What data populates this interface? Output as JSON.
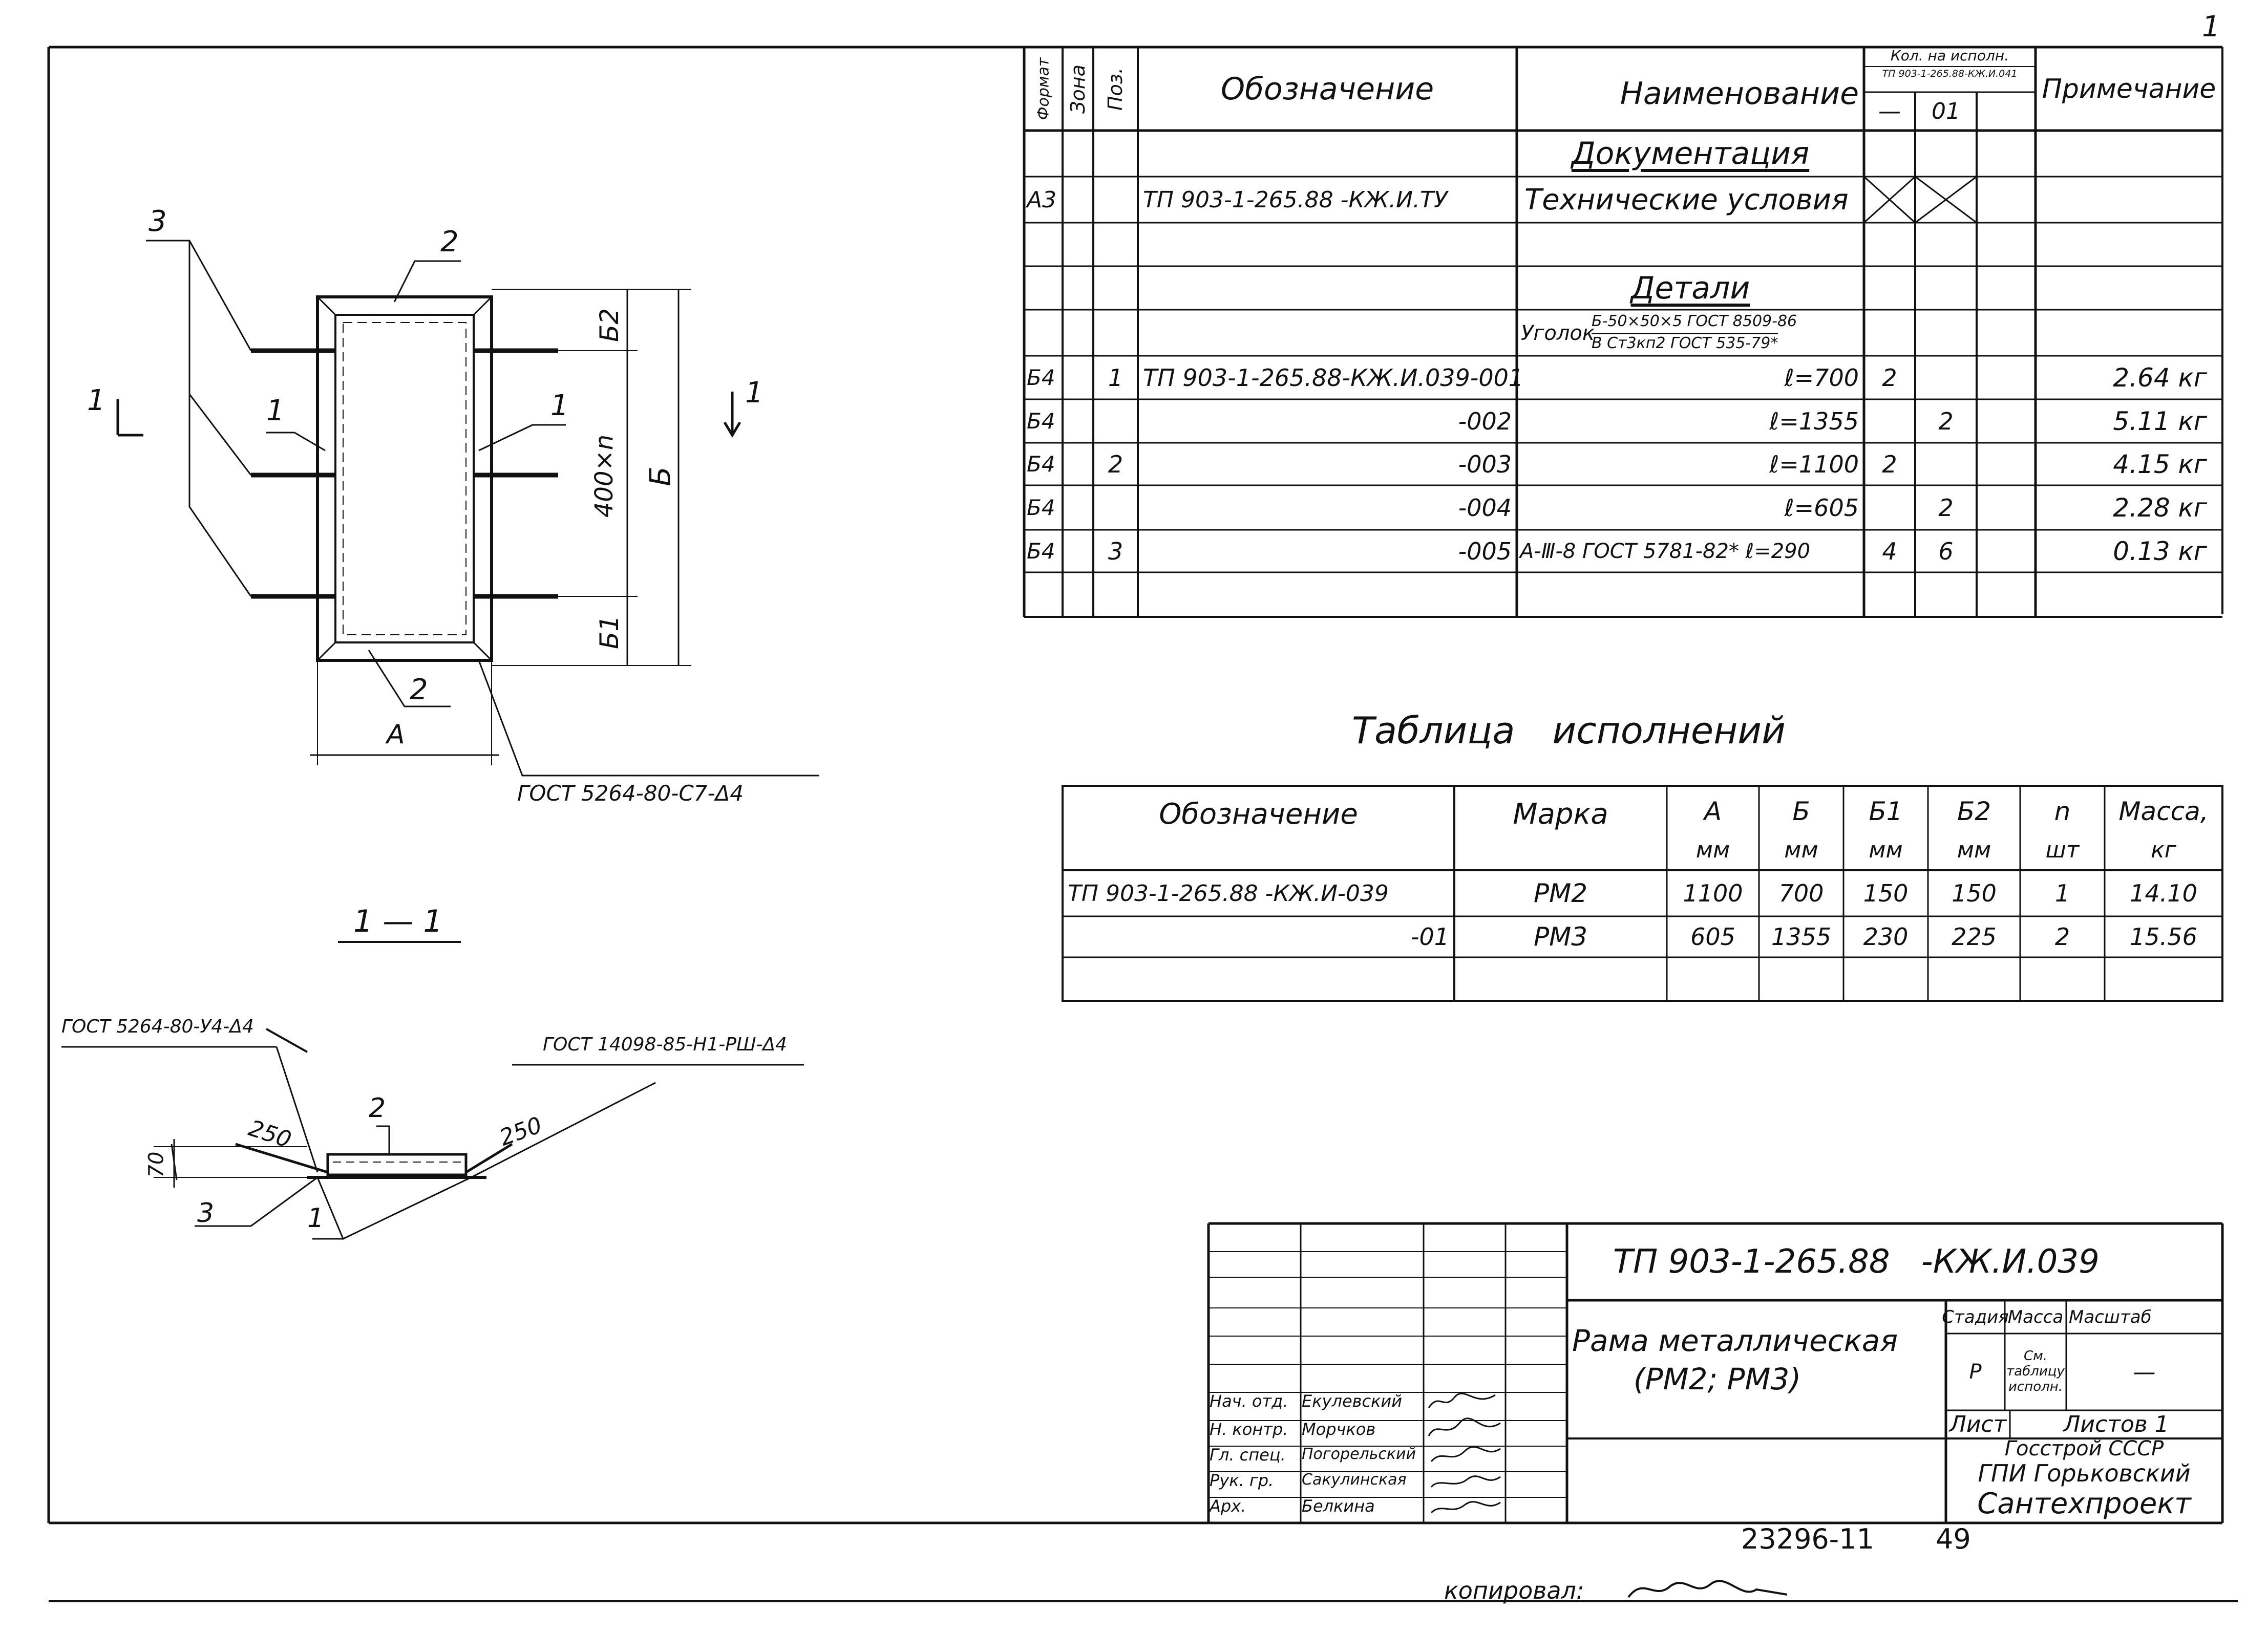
{
  "page": {
    "corner_mark": "1"
  },
  "spec": {
    "headers": {
      "format": "Формат",
      "zone": "Зона",
      "pos": "Поз.",
      "designation": "Обозначение",
      "name": "Наименование",
      "qty": "Кол. на исполн.",
      "qty_doc": "ТП 903-1-265.88-КЖ.И.041",
      "qty_dash": "—",
      "qty_01": "01",
      "note": "Примечание"
    },
    "section_documentation": "Документация",
    "section_details": "Детали",
    "rows": [
      {
        "format": "А3",
        "pos": "",
        "designation": "ТП 903-1-265.88 -КЖ.И.ТУ",
        "name": "Технические условия",
        "q1": "",
        "q2": "",
        "note": ""
      },
      {
        "format": "Б4",
        "pos": "1",
        "designation": "ТП 903-1-265.88-КЖ.И.039-001",
        "name": "ℓ=700",
        "q1": "2",
        "q2": "",
        "note": "2.64 кг"
      },
      {
        "format": "Б4",
        "pos": "",
        "designation": "-002",
        "name": "ℓ=1355",
        "q1": "",
        "q2": "2",
        "note": "5.11 кг"
      },
      {
        "format": "Б4",
        "pos": "2",
        "designation": "-003",
        "name": "ℓ=1100",
        "q1": "2",
        "q2": "",
        "note": "4.15 кг"
      },
      {
        "format": "Б4",
        "pos": "",
        "designation": "-004",
        "name": "ℓ=605",
        "q1": "",
        "q2": "2",
        "note": "2.28 кг"
      },
      {
        "format": "Б4",
        "pos": "3",
        "designation": "-005",
        "name": "А-Ⅲ-8 ГОСТ 5781-82* ℓ=290",
        "q1": "4",
        "q2": "6",
        "note": "0.13 кг"
      }
    ],
    "angle_label": "Уголок",
    "angle_top": "Б-50×50×5 ГОСТ 8509-86",
    "angle_bottom": "В Ст3кп2 ГОСТ 535-79*"
  },
  "exec_table": {
    "title": "Таблица исполнений",
    "headers": [
      "Обозначение",
      "Марка",
      "А",
      "Б",
      "Б1",
      "Б2",
      "n",
      "Масса,"
    ],
    "units": [
      "",
      "",
      "мм",
      "мм",
      "мм",
      "мм",
      "шт",
      "кг"
    ],
    "rows": [
      [
        "ТП 903-1-265.88 -КЖ.И-039",
        "РМ2",
        "1100",
        "700",
        "150",
        "150",
        "1",
        "14.10"
      ],
      [
        "-01",
        "РМ3",
        "605",
        "1355",
        "230",
        "225",
        "2",
        "15.56"
      ]
    ]
  },
  "drawing": {
    "labels": {
      "p1": "1",
      "p2": "2",
      "p3": "3",
      "dim_400n": "400×n",
      "dim_b": "Б",
      "dim_b1": "Б1",
      "dim_b2": "Б2",
      "dim_a": "А",
      "section_mark": "1",
      "weld_main": "ГОСТ 5264-80-С7-Δ4",
      "section_title": "1 — 1",
      "weld_left": "ГОСТ 5264-80-У4-Δ4",
      "weld_right": "ГОСТ 14098-85-Н1-РШ-Δ4",
      "dim_70": "70",
      "dim_250a": "250",
      "dim_250b": "250"
    }
  },
  "title_block": {
    "code": "ТП 903-1-265.88   -КЖ.И.039",
    "name_line1": "Рама металлическая",
    "name_line2": "(РМ2; РМ3)",
    "stage_label": "Стадия",
    "mass_label": "Масса",
    "scale_label": "Масштаб",
    "stage": "Р",
    "mass": "См. таблицу исполн.",
    "scale": "—",
    "sheet_label": "Лист",
    "sheets_label": "Листов 1",
    "org1": "Госстрой СССР",
    "org2": "ГПИ Горьковский",
    "org3": "Сантехпроект",
    "staff": [
      {
        "role": "Нач. отд.",
        "name": "Екулевский"
      },
      {
        "role": "Н. контр.",
        "name": "Морчков"
      },
      {
        "role": "Гл. спец.",
        "name": "Погорельский"
      },
      {
        "role": "Рук. гр.",
        "name": "Сакулинская"
      },
      {
        "role": "Арх.",
        "name": "Белкина"
      }
    ]
  },
  "footer": {
    "number": "23296-11",
    "page": "49",
    "copied": "копировал:"
  }
}
